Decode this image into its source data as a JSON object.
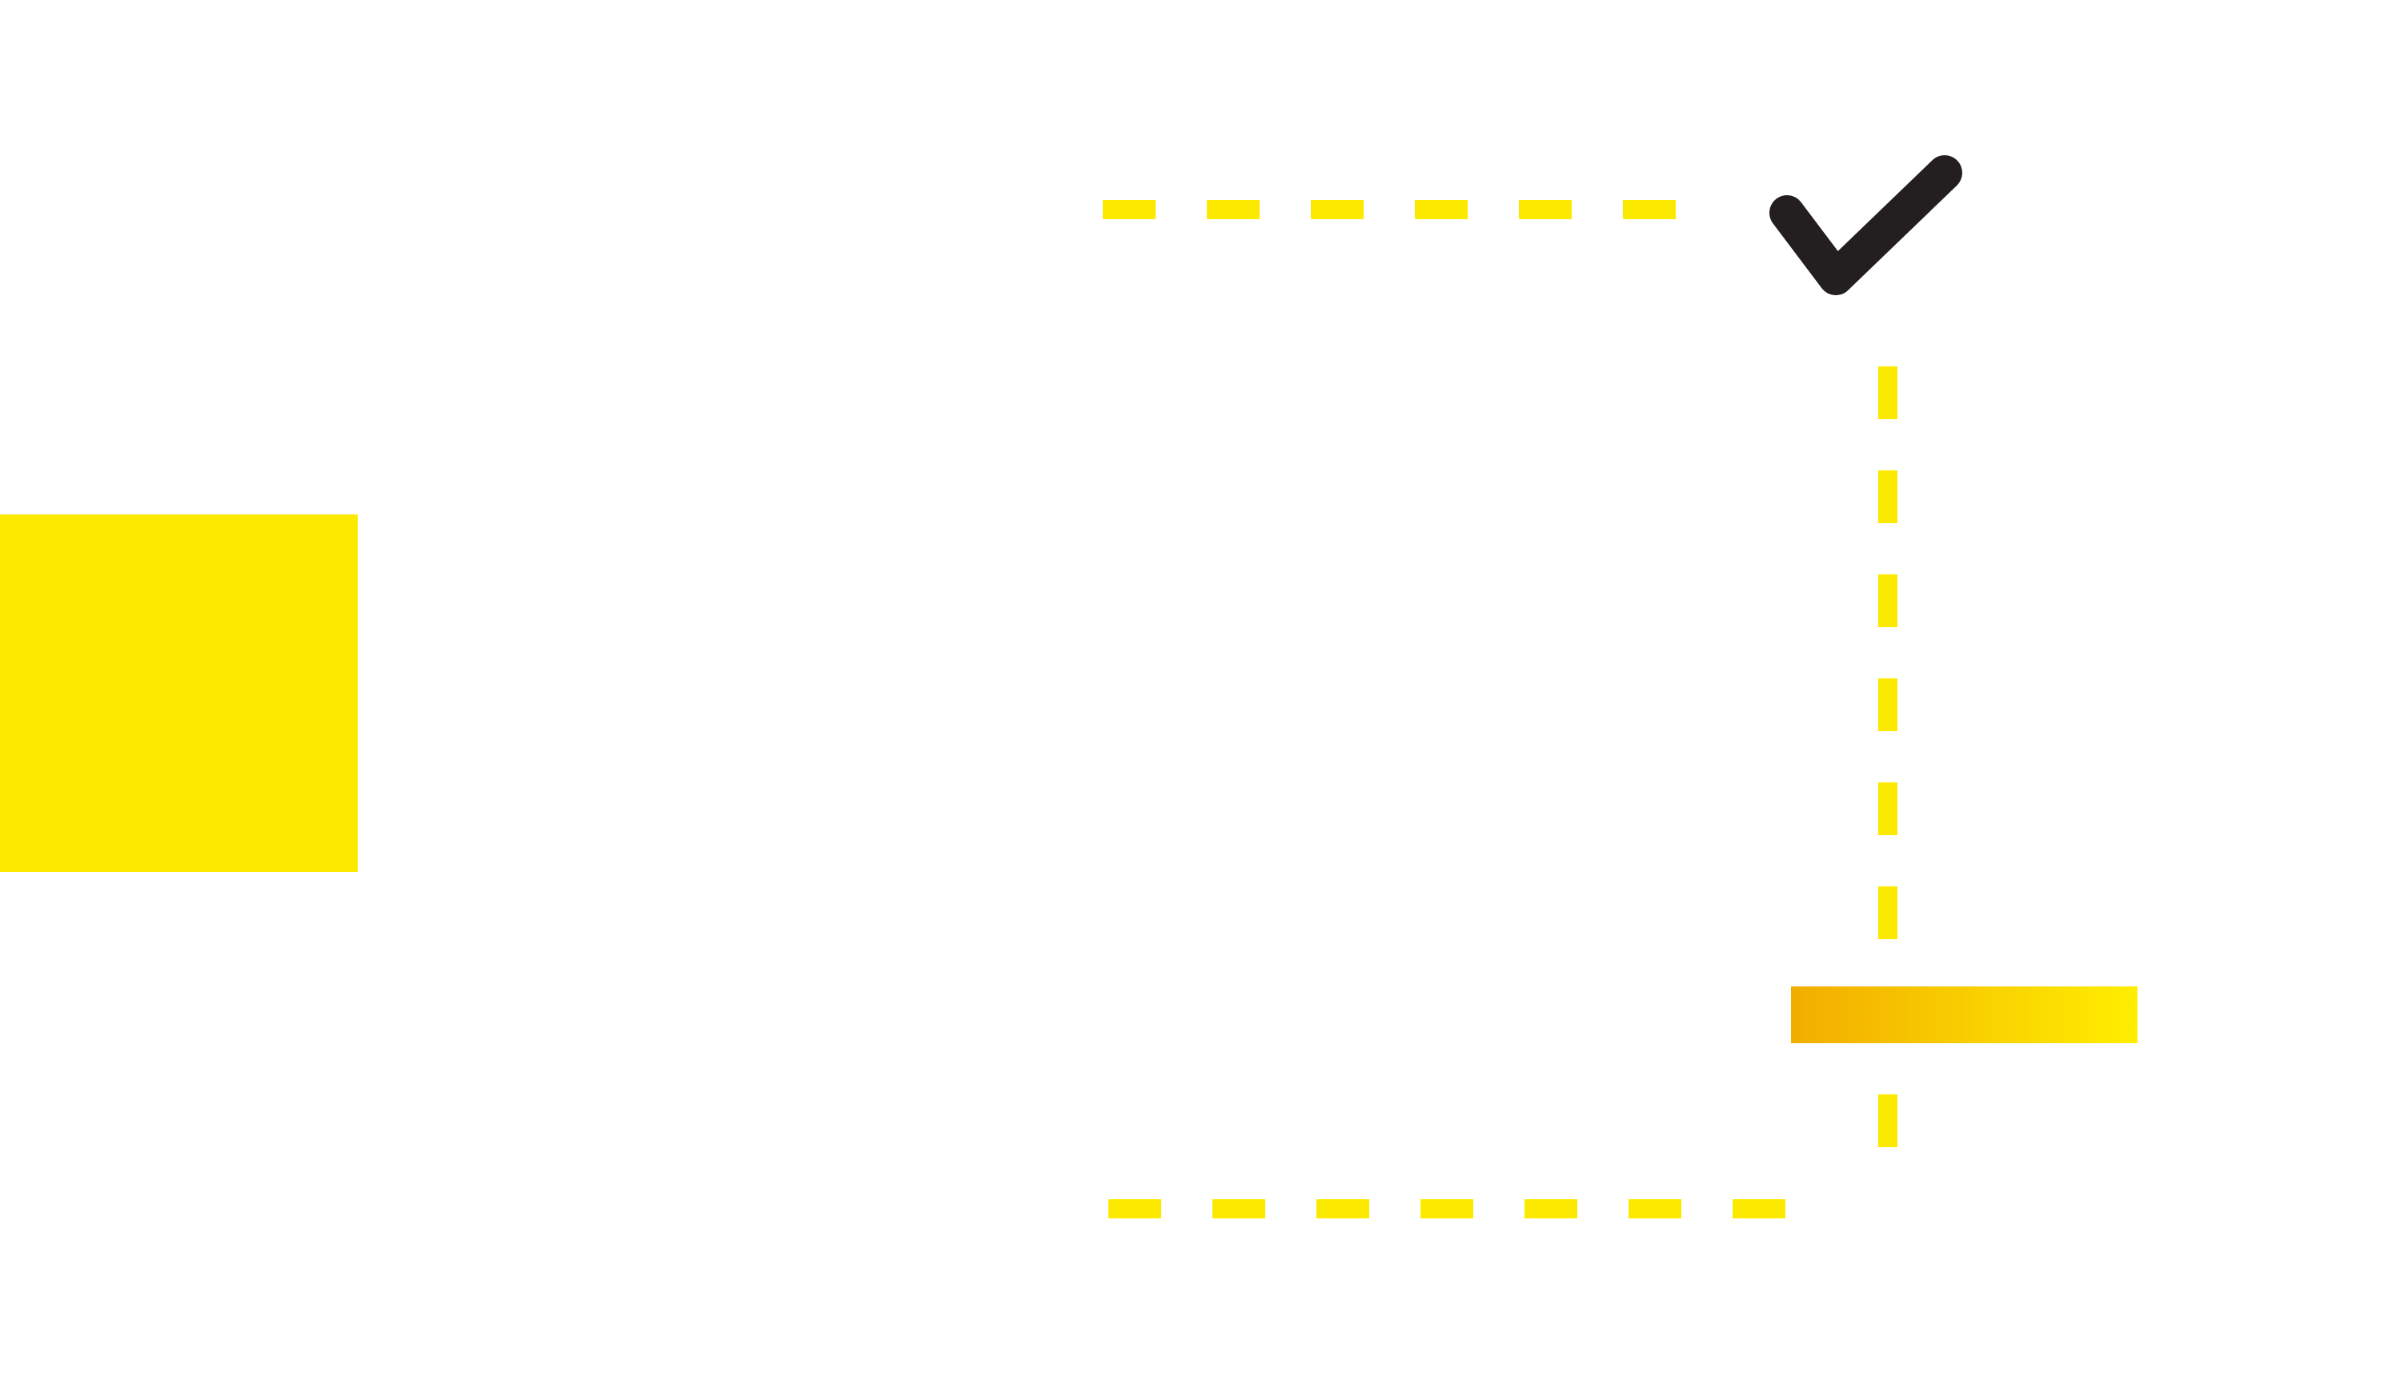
{
  "colors": {
    "background": "#ffffff",
    "accent_yellow": "#fbea00",
    "gradient_start": "#f2ad00",
    "gradient_end": "#ffee00",
    "check_mark": "#231f20"
  },
  "icons": {
    "check": "check-icon"
  },
  "elements": [
    {
      "id": "yellow-square",
      "kind": "solid-rect"
    },
    {
      "id": "gradient-bar",
      "kind": "gradient-rect"
    },
    {
      "id": "dashed-line-top",
      "kind": "dashed-line"
    },
    {
      "id": "dashed-line-vertical",
      "kind": "dashed-line"
    },
    {
      "id": "dashed-line-bottom",
      "kind": "dashed-line"
    }
  ]
}
